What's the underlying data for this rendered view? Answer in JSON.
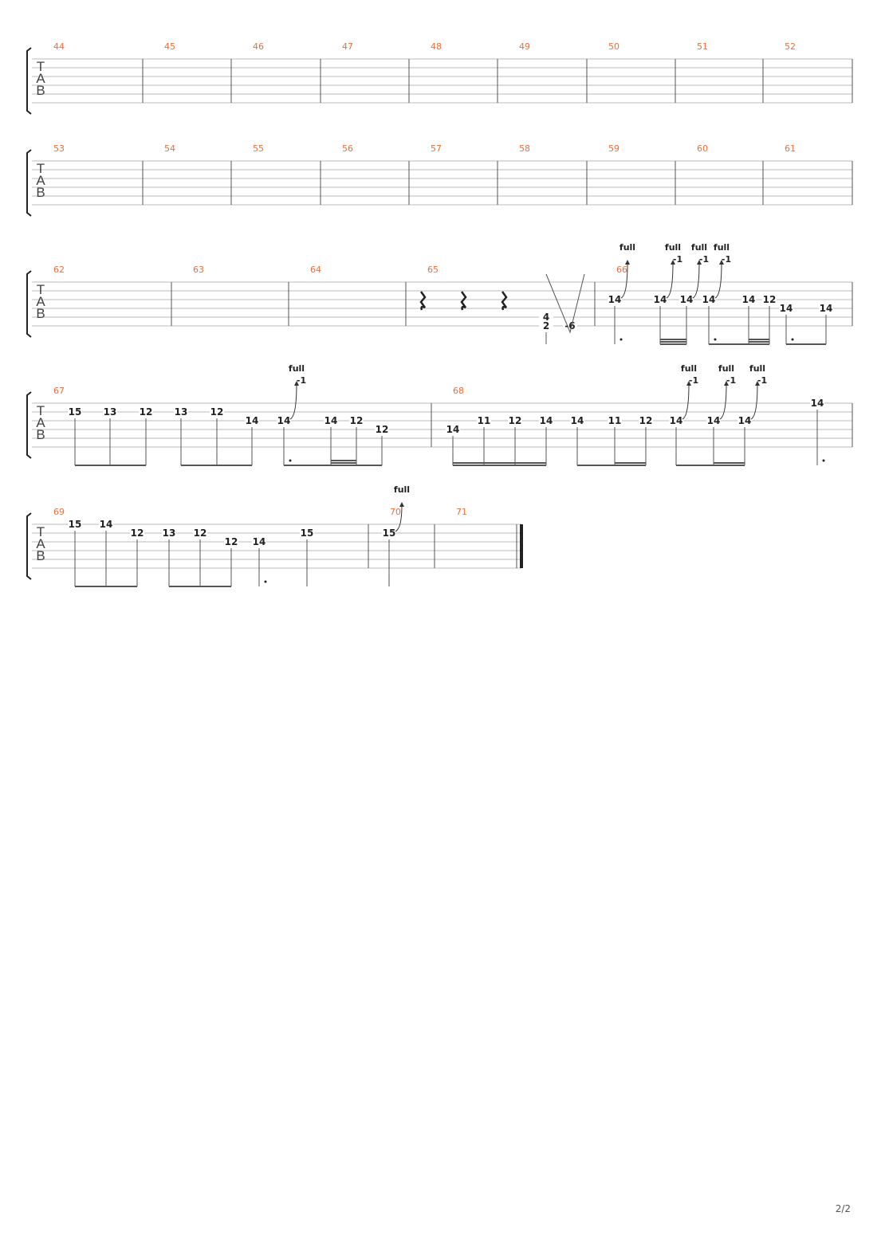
{
  "page": {
    "number": "2/2"
  },
  "colors": {
    "measure_number": "#e8703a",
    "ink": "#222222",
    "staff_line": "#bbbbbb",
    "barline": "#555555"
  },
  "clef": {
    "letters": [
      "T",
      "A",
      "B"
    ]
  },
  "systems": [
    {
      "measures": [
        {
          "number": "44",
          "notes": []
        },
        {
          "number": "45",
          "notes": []
        },
        {
          "number": "46",
          "notes": []
        },
        {
          "number": "47",
          "notes": []
        },
        {
          "number": "48",
          "notes": []
        },
        {
          "number": "49",
          "notes": []
        },
        {
          "number": "50",
          "notes": []
        },
        {
          "number": "51",
          "notes": []
        },
        {
          "number": "52",
          "notes": []
        }
      ]
    },
    {
      "measures": [
        {
          "number": "53",
          "notes": []
        },
        {
          "number": "54",
          "notes": []
        },
        {
          "number": "55",
          "notes": []
        },
        {
          "number": "56",
          "notes": []
        },
        {
          "number": "57",
          "notes": []
        },
        {
          "number": "58",
          "notes": []
        },
        {
          "number": "59",
          "notes": []
        },
        {
          "number": "60",
          "notes": []
        },
        {
          "number": "61",
          "notes": []
        }
      ]
    },
    {
      "measures": [
        {
          "number": "62",
          "notes": []
        },
        {
          "number": "63",
          "notes": []
        },
        {
          "number": "64",
          "notes": []
        },
        {
          "number": "65",
          "rests": 3,
          "notes": [
            {
              "fret": "4",
              "string": 4
            },
            {
              "fret": "2",
              "string": 5
            },
            {
              "fret": "-6",
              "string": 5,
              "muted": true
            }
          ]
        },
        {
          "number": "66",
          "notes": [
            {
              "fret": "14",
              "string": 2,
              "bend": "full"
            },
            {
              "fret": "14",
              "string": 2,
              "bend": "full",
              "release": "-1"
            },
            {
              "fret": "14",
              "string": 2,
              "bend": "full",
              "release": "-1"
            },
            {
              "fret": "14",
              "string": 2,
              "bend": "full",
              "release": "-1"
            },
            {
              "fret": "14",
              "string": 2
            },
            {
              "fret": "12",
              "string": 2
            },
            {
              "fret": "14",
              "string": 3
            },
            {
              "fret": "14",
              "string": 3
            }
          ]
        }
      ]
    },
    {
      "measures": [
        {
          "number": "67",
          "notes": [
            {
              "fret": "15",
              "string": 1
            },
            {
              "fret": "13",
              "string": 1
            },
            {
              "fret": "12",
              "string": 1
            },
            {
              "fret": "13",
              "string": 1
            },
            {
              "fret": "12",
              "string": 1
            },
            {
              "fret": "14",
              "string": 2
            },
            {
              "fret": "14",
              "string": 2,
              "bend": "full",
              "release": "-1"
            },
            {
              "fret": "14",
              "string": 2
            },
            {
              "fret": "12",
              "string": 2
            },
            {
              "fret": "12",
              "string": 3
            }
          ]
        },
        {
          "number": "68",
          "notes": [
            {
              "fret": "14",
              "string": 3
            },
            {
              "fret": "11",
              "string": 2
            },
            {
              "fret": "12",
              "string": 2
            },
            {
              "fret": "14",
              "string": 2
            },
            {
              "fret": "14",
              "string": 2
            },
            {
              "fret": "11",
              "string": 2
            },
            {
              "fret": "12",
              "string": 2
            },
            {
              "fret": "14",
              "string": 2,
              "bend": "full",
              "release": "-1"
            },
            {
              "fret": "14",
              "string": 2,
              "bend": "full",
              "release": "-1"
            },
            {
              "fret": "14",
              "string": 2,
              "bend": "full",
              "release": "-1"
            },
            {
              "fret": "14",
              "string": 0
            }
          ]
        }
      ]
    },
    {
      "measures": [
        {
          "number": "69",
          "notes": [
            {
              "fret": "15",
              "string": 0
            },
            {
              "fret": "14",
              "string": 0
            },
            {
              "fret": "12",
              "string": 1
            },
            {
              "fret": "13",
              "string": 1
            },
            {
              "fret": "12",
              "string": 1
            },
            {
              "fret": "12",
              "string": 2
            },
            {
              "fret": "14",
              "string": 2
            },
            {
              "fret": "15",
              "string": 1
            }
          ]
        },
        {
          "number": "70",
          "notes": [
            {
              "fret": "15",
              "string": 1,
              "bend": "full"
            }
          ]
        },
        {
          "number": "71",
          "notes": []
        }
      ]
    }
  ]
}
